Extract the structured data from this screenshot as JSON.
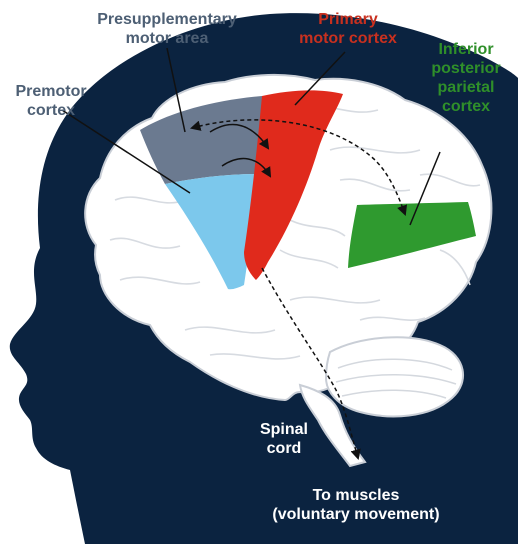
{
  "labels": {
    "presupplementary": "Presupplementary\nmotor area",
    "premotor": "Premotor\ncortex",
    "primary": "Primary\nmotor cortex",
    "parietal": "Inferior\nposterior\nparietal\ncortex",
    "spinal": "Spinal\ncord",
    "muscles": "To muscles\n(voluntary movement)"
  },
  "colors": {
    "silhouette": "#0b2340",
    "presupplementary": "#6b7a90",
    "premotor": "#7cc8ec",
    "primary": "#e02a1c",
    "parietal": "#2f9a2f",
    "brain": "#ffffff"
  }
}
